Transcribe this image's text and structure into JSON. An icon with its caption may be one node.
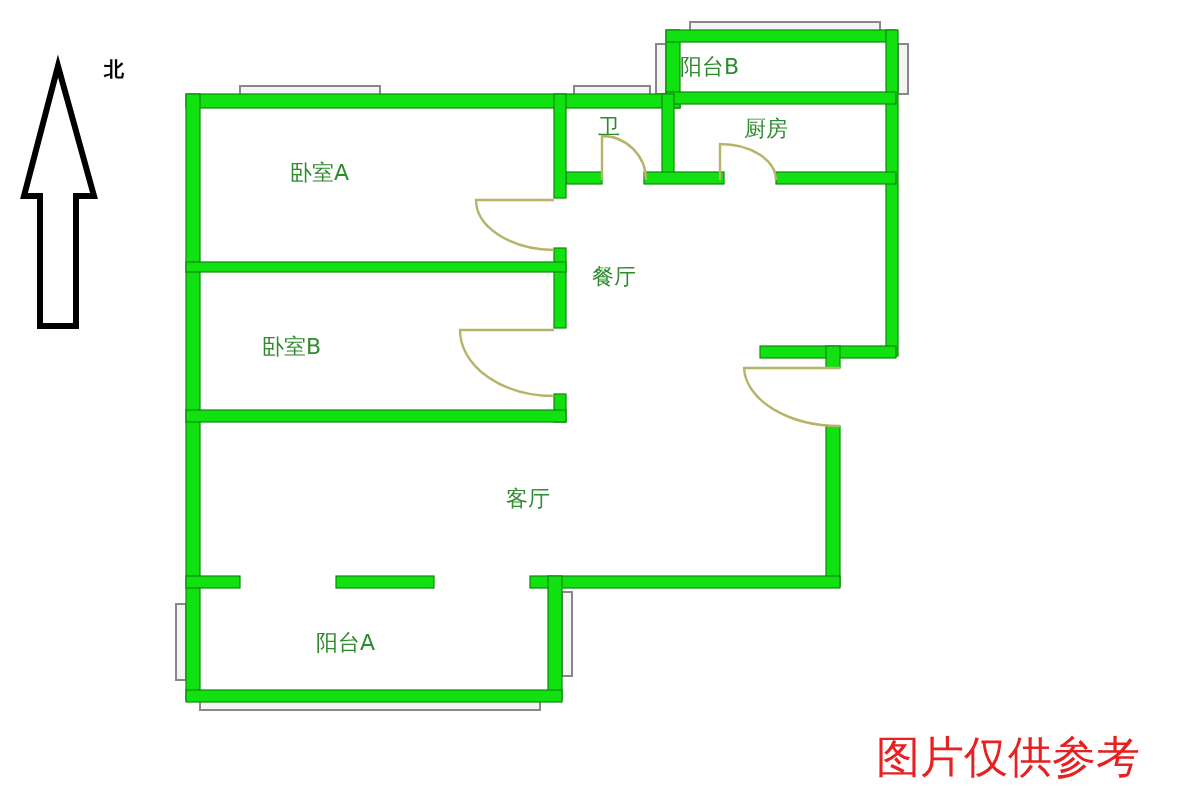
{
  "diagram": {
    "nodes": [
      {
        "text": [
          "阳台B"
        ]
      },
      {
        "text": [
          "卫"
        ]
      },
      {
        "text": [
          "厨房"
        ]
      },
      {
        "text": [
          "卧室A"
        ]
      },
      {
        "text": [
          "餐厅"
        ]
      },
      {
        "text": [
          "卧室B"
        ]
      },
      {
        "text": [
          "客厅"
        ]
      },
      {
        "text": [
          "阳台A"
        ]
      }
    ],
    "edges": [],
    "labels": [
      "北",
      "图片仅供参考"
    ]
  }
}
